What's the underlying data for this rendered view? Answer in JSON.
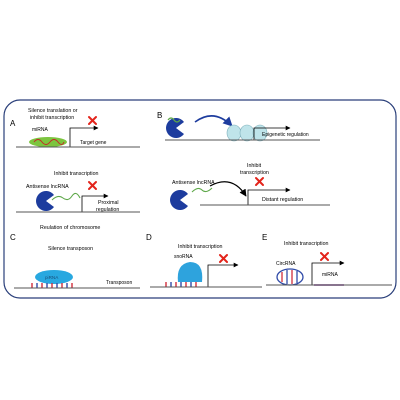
{
  "panel_a": {
    "letter": "A",
    "caption_line1": "Silence translation or",
    "caption_line2": "inhibit transcription",
    "mirna_label": "miRNA",
    "target_label": "Target gene",
    "inhibit_caption": "Inhibit transcription",
    "antisense_label": "Antisense lncRNA",
    "proximal_line1": "Proximal",
    "proximal_line2": "regulation",
    "chromosome_label": "Reulation of chromosome"
  },
  "panel_b": {
    "letter": "B",
    "epigenetic_label": "Epigenetic regulation",
    "antisense_label": "Antisense lncRNA",
    "inhibit_line1": "Inhibit",
    "inhibit_line2": "transcription",
    "distant_label": "Distant regulation"
  },
  "panel_c": {
    "letter": "C",
    "caption": "Silence transposon",
    "pirna_label": "piRNA",
    "transposon_label": "Transposon"
  },
  "panel_d": {
    "letter": "D",
    "caption": "Inhibit transcription",
    "snorna_label": "snoRNA"
  },
  "panel_e": {
    "letter": "E",
    "caption": "Inhibit transcription",
    "circrna_label": "CircRNA",
    "mirna_label": "miRNA"
  },
  "colors": {
    "frame": "#2a3f7a",
    "line": "#555555",
    "inhibit_x": "#e3241b",
    "mirna_green": "#7cc53f",
    "lncrna_green": "#5fa84a",
    "protein_blue": "#1d3c9e",
    "histone": "#bfe4ea",
    "pirna_blob": "#28a8e0",
    "snorna_blob": "#2ea3dd",
    "bar_red": "#d12d3a",
    "bar_blue": "#2f4aa8",
    "mirna_bar": "#7a2a8f"
  }
}
